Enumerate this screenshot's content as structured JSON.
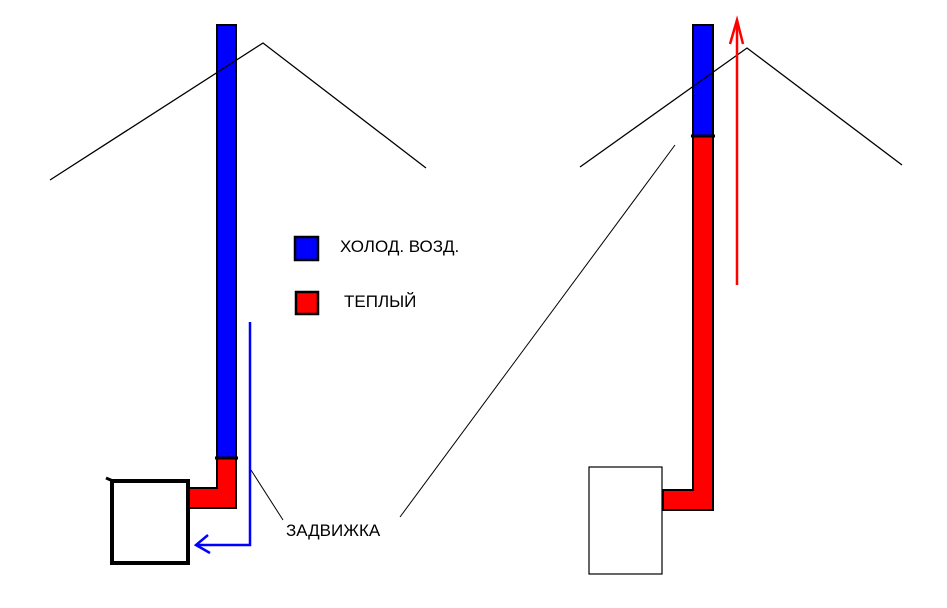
{
  "legend": {
    "cold_label": "ХОЛОД. ВОЗД.",
    "warm_label": "ТЕПЛЫЙ"
  },
  "damper_label": "ЗАДВИЖКА",
  "colors": {
    "cold": "#0000ff",
    "warm": "#ff0000",
    "line": "#000000"
  }
}
